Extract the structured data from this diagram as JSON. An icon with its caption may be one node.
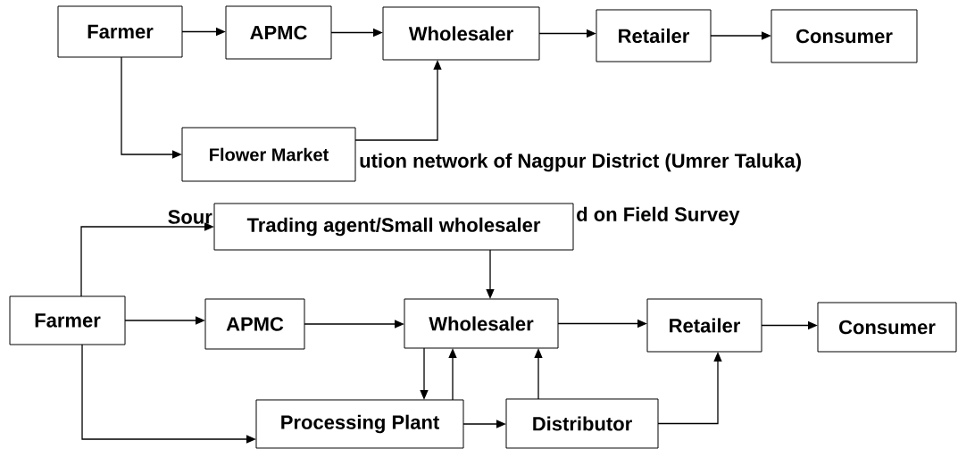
{
  "diagram": {
    "nodes": [
      {
        "text": [
          "Farmer"
        ]
      },
      {
        "text": [
          "APMC"
        ]
      },
      {
        "text": [
          "Wholesaler"
        ]
      },
      {
        "text": [
          "Retailer"
        ]
      },
      {
        "text": [
          "Consumer"
        ]
      },
      {
        "text": [
          "Flower Market"
        ]
      },
      {
        "text": [
          "Trading agent/Small wholesaler"
        ]
      },
      {
        "text": [
          "Farmer"
        ]
      },
      {
        "text": [
          "APMC"
        ]
      },
      {
        "text": [
          "Wholesaler"
        ]
      },
      {
        "text": [
          "Retailer"
        ]
      },
      {
        "text": [
          "Consumer"
        ]
      },
      {
        "text": [
          "Processing Plant"
        ]
      },
      {
        "text": [
          "Distributor"
        ]
      }
    ],
    "edges": [
      {
        "from": 0,
        "to": 1,
        "arrow": "to"
      },
      {
        "from": 1,
        "to": 2,
        "arrow": "to"
      },
      {
        "from": 2,
        "to": 3,
        "arrow": "to"
      },
      {
        "from": 3,
        "to": 4,
        "arrow": "to"
      },
      {
        "from": 0,
        "to": 5,
        "arrow": "to"
      },
      {
        "from": 5,
        "to": 2,
        "arrow": "to"
      },
      {
        "from": 7,
        "to": 6,
        "arrow": "to"
      },
      {
        "from": 7,
        "to": 8,
        "arrow": "to"
      },
      {
        "from": 8,
        "to": 9,
        "arrow": "to"
      },
      {
        "from": 9,
        "to": 10,
        "arrow": "to"
      },
      {
        "from": 10,
        "to": 11,
        "arrow": "to"
      },
      {
        "from": 7,
        "to": 12,
        "arrow": "to"
      },
      {
        "from": 6,
        "to": 9,
        "arrow": "to"
      },
      {
        "from": 9,
        "to": 12,
        "arrow": "to"
      },
      {
        "from": 12,
        "to": 9,
        "arrow": "to"
      },
      {
        "from": 12,
        "to": 13,
        "arrow": "to"
      },
      {
        "from": 13,
        "to": 9,
        "arrow": "to"
      },
      {
        "from": 13,
        "to": 10,
        "arrow": "to"
      }
    ],
    "labels": [
      "ution network of Nagpur District (Umrer Taluka)",
      "Sour",
      "d on Field Survey"
    ]
  }
}
